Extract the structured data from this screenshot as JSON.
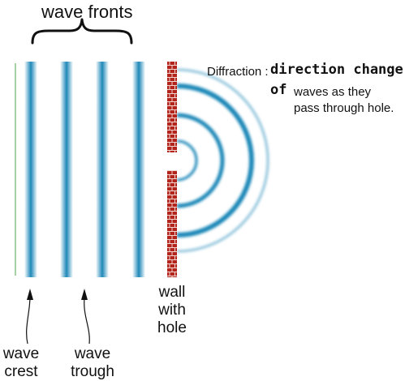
{
  "diagram": {
    "title": "wave fronts",
    "caption": {
      "prefix": "Diffraction :",
      "emphasis": "direction change",
      "emphasis_of": "of",
      "rest": "waves as they pass through hole."
    },
    "labels": {
      "wall_lines": [
        "wall",
        "with",
        "hole"
      ],
      "crest_lines": [
        "wave",
        "crest"
      ],
      "trough_lines": [
        "wave",
        "trough"
      ]
    },
    "colors": {
      "wave": "#1e88b8",
      "wall": "#b3251c",
      "left_edge": "#6ab46a",
      "text": "#111111"
    },
    "plane_wave_count": 4,
    "diffracted_wave_count": 4
  }
}
